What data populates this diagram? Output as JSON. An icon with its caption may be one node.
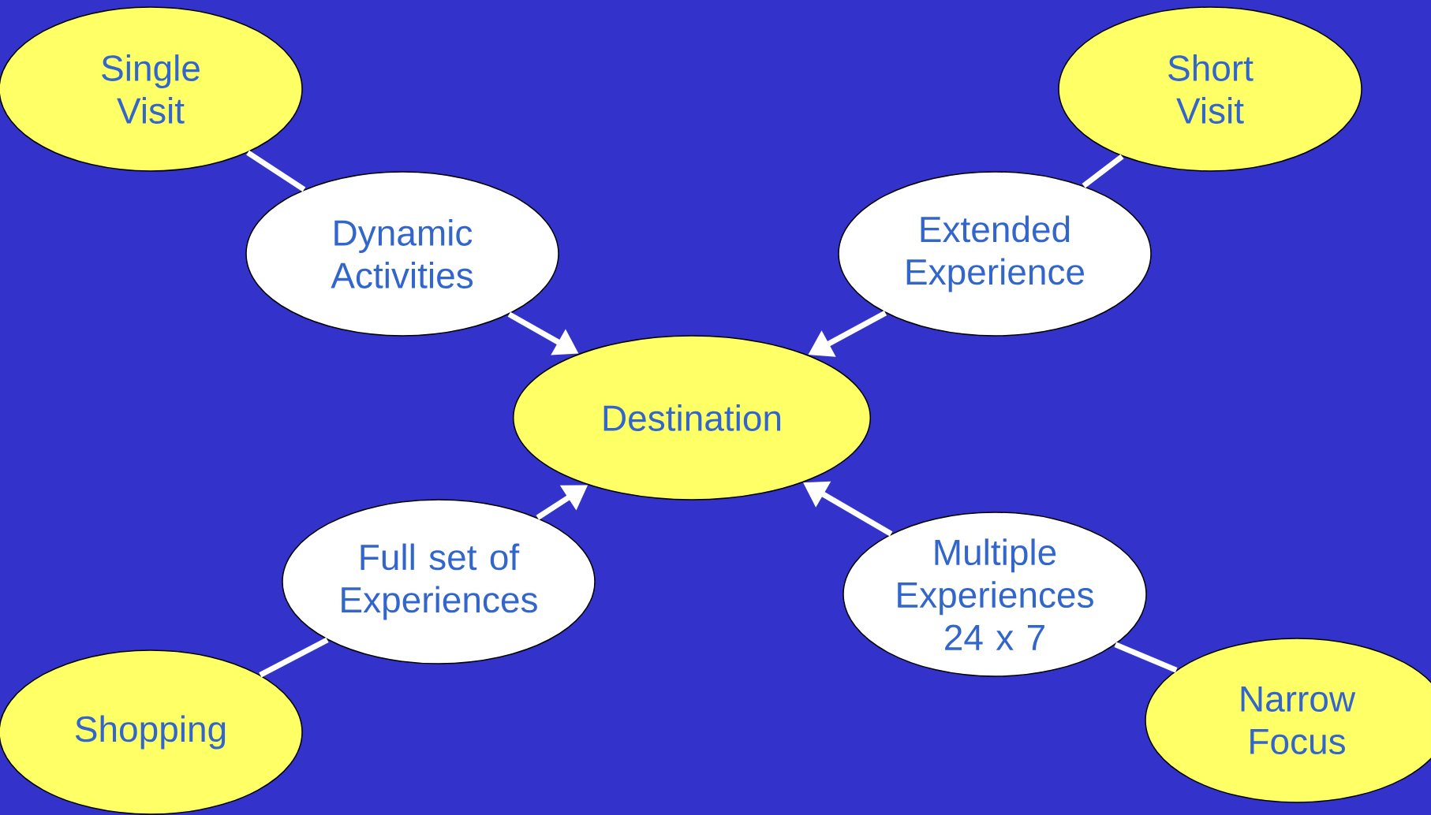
{
  "diagram": {
    "nodes": [
      {
        "text": [
          "Single Visit"
        ]
      },
      {
        "text": [
          "Short Visit"
        ]
      },
      {
        "text": [
          "Dynamic Activities"
        ]
      },
      {
        "text": [
          "Extended Experience"
        ]
      },
      {
        "text": [
          "Destination"
        ]
      },
      {
        "text": [
          "Full set of Experiences"
        ]
      },
      {
        "text": [
          "Multiple Experiences 24 x 7"
        ]
      },
      {
        "text": [
          "Shopping"
        ]
      },
      {
        "text": [
          "Narrow Focus"
        ]
      }
    ],
    "edges": [
      {
        "from": 0,
        "to": 2,
        "arrow": "none"
      },
      {
        "from": 2,
        "to": 4,
        "arrow": "to"
      },
      {
        "from": 1,
        "to": 3,
        "arrow": "none"
      },
      {
        "from": 3,
        "to": 4,
        "arrow": "to"
      },
      {
        "from": 7,
        "to": 5,
        "arrow": "none"
      },
      {
        "from": 5,
        "to": 4,
        "arrow": "to"
      },
      {
        "from": 8,
        "to": 6,
        "arrow": "none"
      },
      {
        "from": 6,
        "to": 4,
        "arrow": "to"
      }
    ]
  }
}
